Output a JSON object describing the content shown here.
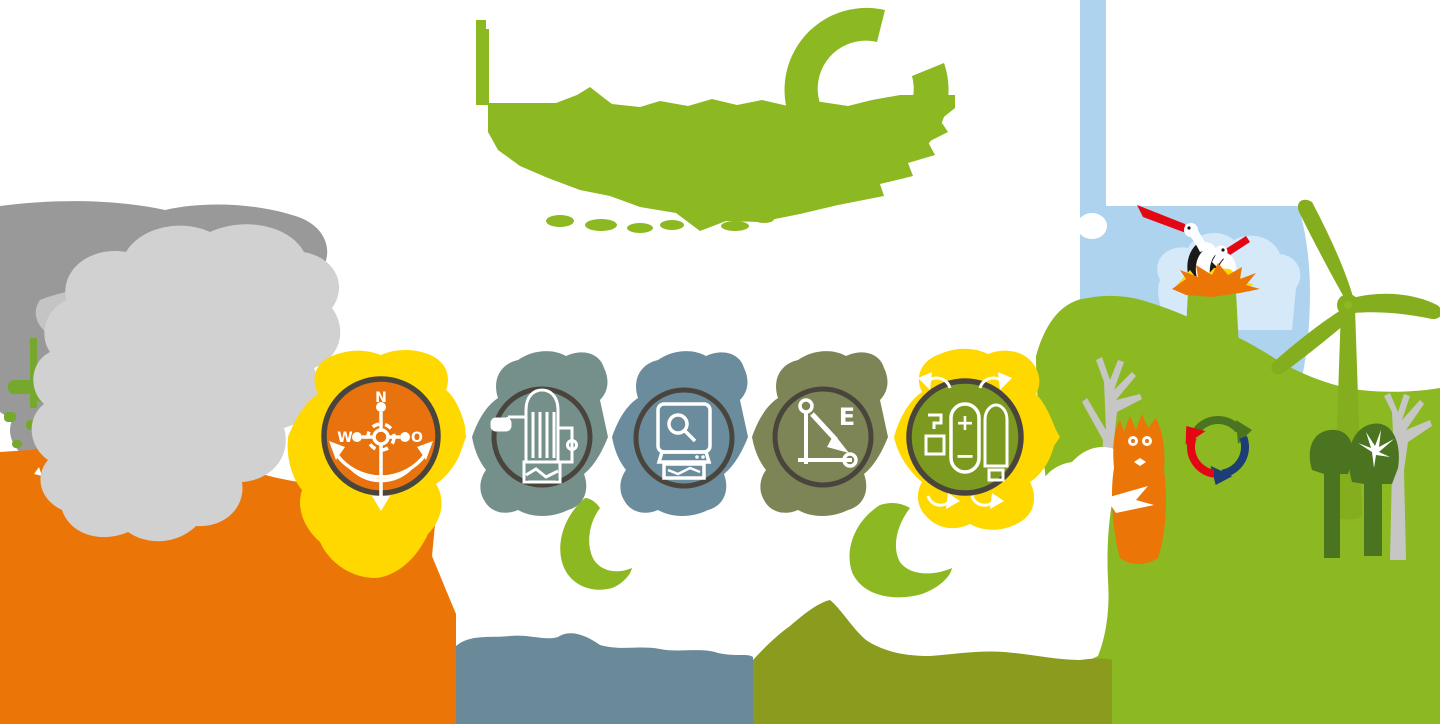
{
  "illustration": {
    "name": "renewable-energy-process-infographic",
    "colors": {
      "background": "#FFFFFF",
      "green": "#8CB822",
      "green_dark": "#84AE1E",
      "green_deep": "#4A7420",
      "green_apple": "#76A82E",
      "yellow": "#FFD800",
      "orange": "#EC7508",
      "orange_deep": "#E8720D",
      "sage": "#75908B",
      "bluegray": "#6B8C9C",
      "olive": "#7D8455",
      "olive_bright": "#7C9A1F",
      "olive_band": "#8A9B1E",
      "bluegray_band": "#6B8A99",
      "gray_dark": "#9A9999",
      "gray_mid": "#C5C4C4",
      "gray_light": "#D2D1D1",
      "gray_tree": "#C6C6C5",
      "sky": "#AED3EF",
      "sky_light": "#D6E9F8",
      "red": "#E30613",
      "navy": "#1D3E75",
      "pink": "#F08EB4",
      "ring": "#4A453C",
      "white": "#FFFFFF",
      "black": "#1A1A1A"
    },
    "compass": {
      "north": "N",
      "west": "W",
      "east": "O"
    },
    "energy_label": "E",
    "battery": {
      "plus": "+",
      "minus": "−"
    },
    "steps": [
      {
        "icon": "compass-wind-direction-icon"
      },
      {
        "icon": "filter-plant-icon"
      },
      {
        "icon": "monitor-analysis-icon"
      },
      {
        "icon": "energy-reduction-graph-icon"
      },
      {
        "icon": "battery-storage-recycle-icon"
      }
    ]
  }
}
